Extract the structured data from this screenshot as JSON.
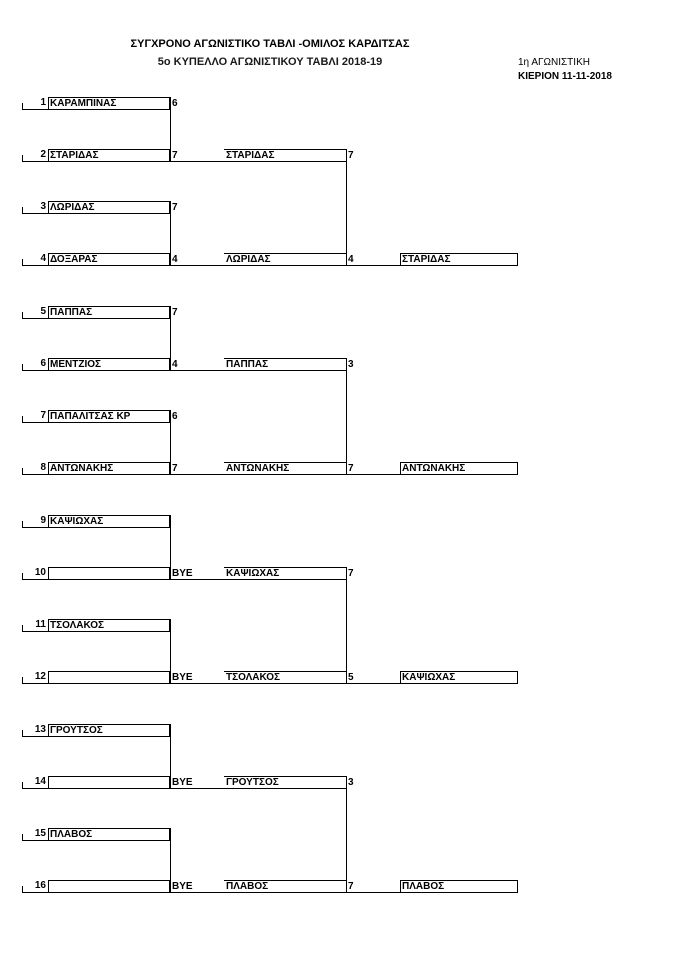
{
  "header": {
    "title": "ΣΥΓΧΡΟΝΟ ΑΓΩΝΙΣΤΙΚΟ ΤΑΒΛΙ -ΟΜΙΛΟΣ ΚΑΡΔΙΤΣΑΣ",
    "subtitle": "5ο ΚΥΠΕΛΛΟ ΑΓΩΝΙΣΤΙΚΟΥ ΤΑΒΛΙ 2018-19",
    "round": "1η ΑΓΩΝΙΣΤΙΚΗ",
    "date": "ΚΙΕΡΙΟΝ 11-11-2018"
  },
  "groups": [
    {
      "top": {
        "seed": "1",
        "name": "ΚΑΡΑΜΠΙΝΑΣ",
        "score": "6"
      },
      "bottom": {
        "seed": "2",
        "name": "ΣΤΑΡΙΔΑΣ",
        "score": "7"
      },
      "winner_name": "ΣΤΑΡΙΔΑΣ",
      "winner_score": "7"
    },
    {
      "top": {
        "seed": "3",
        "name": "ΛΩΡΙΔΑΣ",
        "score": "7"
      },
      "bottom": {
        "seed": "4",
        "name": "ΔΟΞΑΡΑΣ",
        "score": "4"
      },
      "winner_name": "ΛΩΡΙΔΑΣ",
      "winner_score": "4"
    },
    {
      "top": {
        "seed": "5",
        "name": "ΠΑΠΠΑΣ",
        "score": "7"
      },
      "bottom": {
        "seed": "6",
        "name": "ΜΕΝΤΖΙΟΣ",
        "score": "4"
      },
      "winner_name": "ΠΑΠΠΑΣ",
      "winner_score": "3"
    },
    {
      "top": {
        "seed": "7",
        "name": "ΠΑΠΑΛΙΤΣΑΣ ΚΡ",
        "score": "6"
      },
      "bottom": {
        "seed": "8",
        "name": "ΑΝΤΩΝΑΚΗΣ",
        "score": "7"
      },
      "winner_name": "ΑΝΤΩΝΑΚΗΣ",
      "winner_score": "7"
    },
    {
      "top": {
        "seed": "9",
        "name": "ΚΑΨΙΩΧΑΣ",
        "score": ""
      },
      "bottom": {
        "seed": "10",
        "name": "",
        "score": "BYE"
      },
      "winner_name": "ΚΑΨΙΩΧΑΣ",
      "winner_score": "7"
    },
    {
      "top": {
        "seed": "11",
        "name": "ΤΣΟΛΑΚΟΣ",
        "score": ""
      },
      "bottom": {
        "seed": "12",
        "name": "",
        "score": "BYE"
      },
      "winner_name": "ΤΣΟΛΑΚΟΣ",
      "winner_score": "5"
    },
    {
      "top": {
        "seed": "13",
        "name": "ΓΡΟΥΤΣΟΣ",
        "score": ""
      },
      "bottom": {
        "seed": "14",
        "name": "",
        "score": "BYE"
      },
      "winner_name": "ΓΡΟΥΤΣΟΣ",
      "winner_score": "3"
    },
    {
      "top": {
        "seed": "15",
        "name": "ΠΛΑΒΟΣ",
        "score": ""
      },
      "bottom": {
        "seed": "16",
        "name": "",
        "score": "BYE"
      },
      "winner_name": "ΠΛΑΒΟΣ",
      "winner_score": "7"
    }
  ],
  "finals": [
    "ΣΤΑΡΙΔΑΣ",
    "ΑΝΤΩΝΑΚΗΣ",
    "ΚΑΨΙΩΧΑΣ",
    "ΠΛΑΒΟΣ"
  ]
}
